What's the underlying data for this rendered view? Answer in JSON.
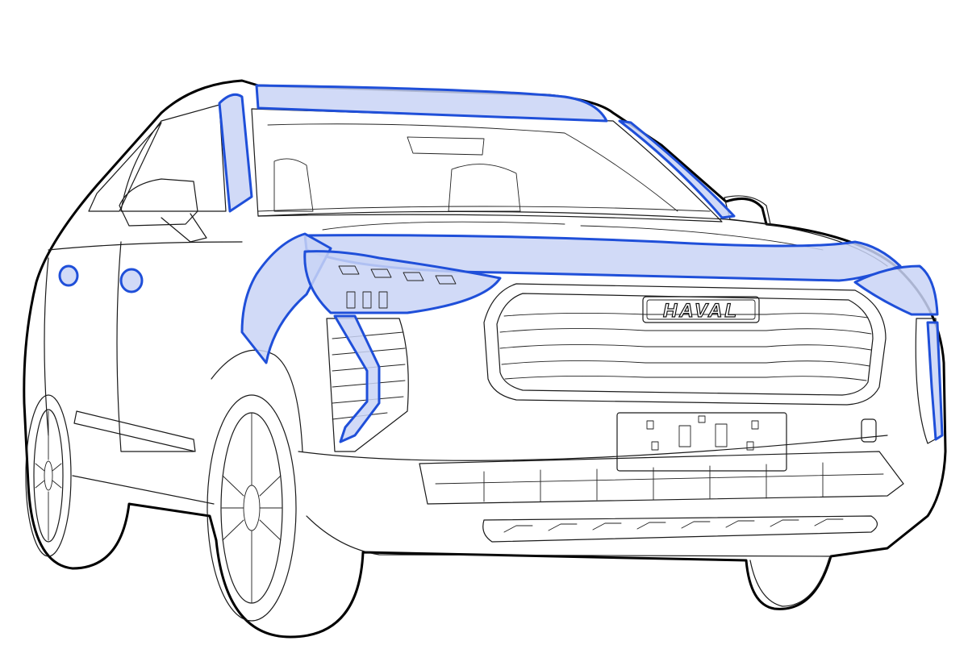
{
  "vehicle": {
    "badge_text": "HAVAL"
  },
  "highlight": {
    "stroke_color": "#1f4fd9",
    "fill_color": "#c9d4f6"
  },
  "zones": [
    {
      "id": "windshield-top-strip"
    },
    {
      "id": "a-pillar-left"
    },
    {
      "id": "a-pillar-right"
    },
    {
      "id": "hood-front-edge"
    },
    {
      "id": "fender-arch-left"
    },
    {
      "id": "headlight-left"
    },
    {
      "id": "headlight-right"
    },
    {
      "id": "drl-left"
    },
    {
      "id": "drl-right"
    },
    {
      "id": "door-handle-front"
    },
    {
      "id": "door-handle-rear"
    }
  ]
}
